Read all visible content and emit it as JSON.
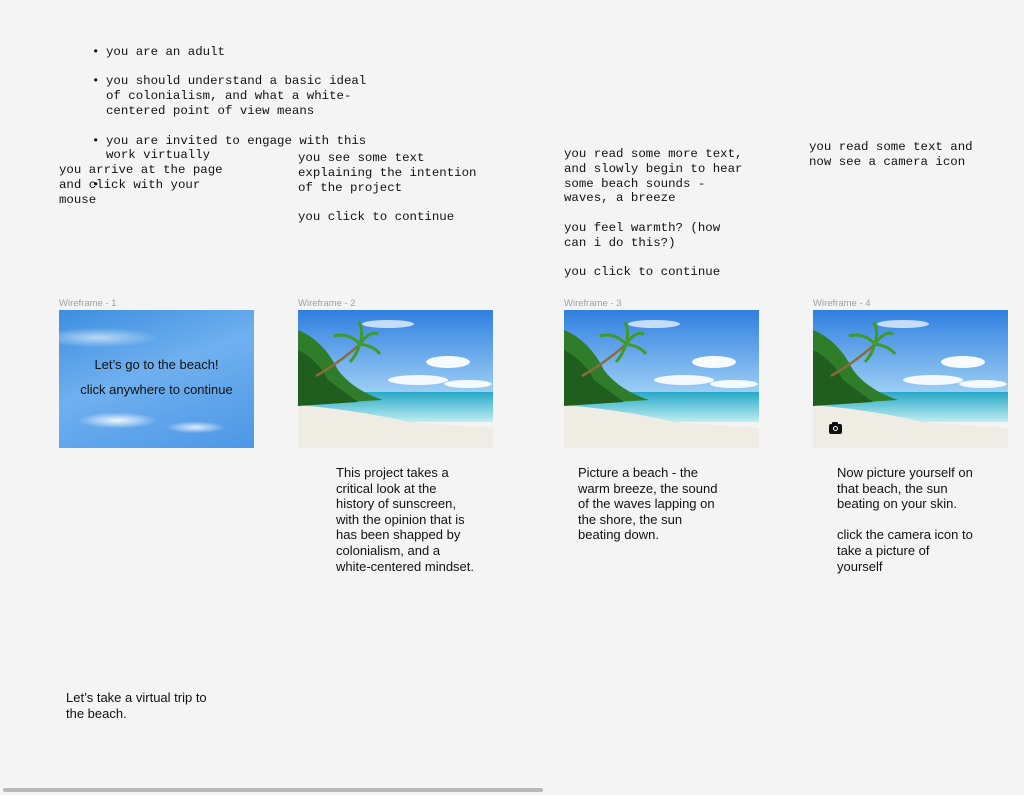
{
  "assumptions": {
    "items": [
      "you are an adult",
      "you should understand a basic ideal\nof colonialism, and what a white-\ncentered point of view means",
      "you are invited to engage with this\nwork virtually",
      ""
    ]
  },
  "steps": [
    {
      "note": "you arrive at the page\nand click with your\nmouse"
    },
    {
      "note": "you see some text\nexplaining the intention\nof the project\n\nyou click to continue"
    },
    {
      "note": "you read some more text,\nand slowly begin to hear\nsome beach sounds -\nwaves, a breeze\n\nyou feel warmth? (how\ncan i do this?)\n\nyou click to continue"
    },
    {
      "note": "you read some text and\nnow see a camera icon"
    }
  ],
  "wireframes": [
    {
      "label": "Wireframe - 1",
      "line1": "Let’s go to the beach!",
      "line2": "click anywhere to continue"
    },
    {
      "label": "Wireframe - 2",
      "caption": "This project takes a\ncritical look at the\nhistory of sunscreen,\nwith the opinion that is\nhas been shapped by\ncolonialism, and a\nwhite-centered mindset."
    },
    {
      "label": "Wireframe - 3",
      "caption": "Picture a beach - the\nwarm breeze, the sound\nof the waves lapping on\nthe shore, the sun\nbeating down."
    },
    {
      "label": "Wireframe - 4",
      "caption": "Now picture yourself on\nthat beach, the sun\nbeating on your skin.\n\nclick the camera icon to\ntake a picture of\nyourself",
      "icon": "camera-icon"
    }
  ],
  "bottom_text": "Let’s take a virtual trip to\nthe beach."
}
